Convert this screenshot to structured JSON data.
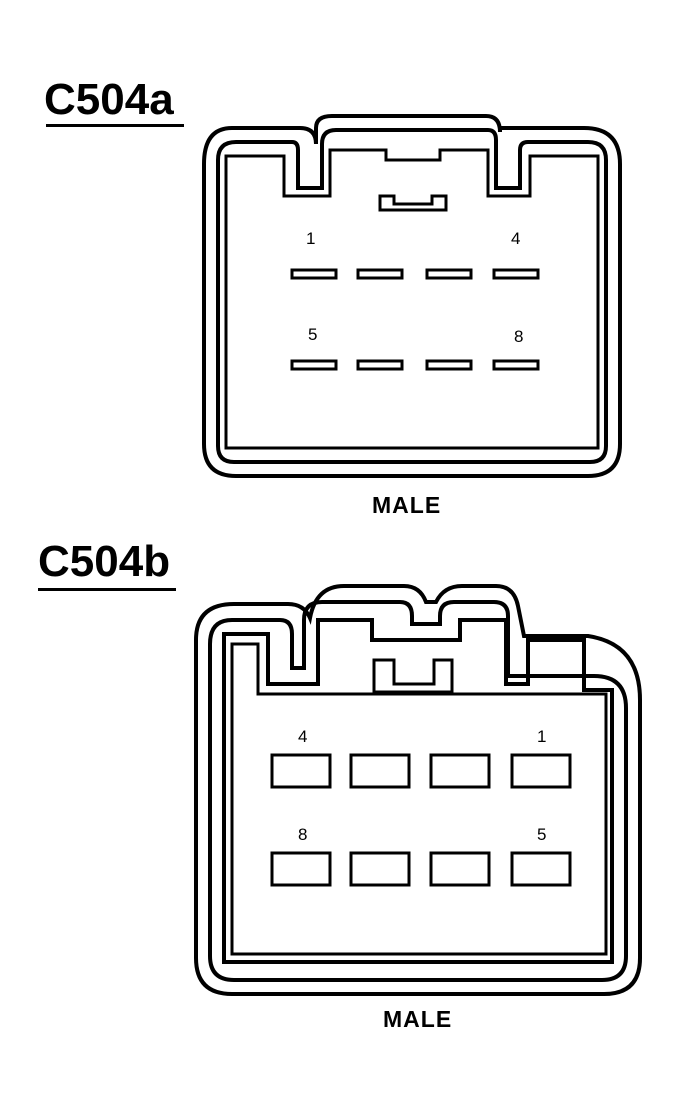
{
  "connectors": [
    {
      "id": "C504a",
      "title": "C504a",
      "gender": "MALE",
      "pin_labels": [
        "1",
        "4",
        "5",
        "8"
      ]
    },
    {
      "id": "C504b",
      "title": "C504b",
      "gender": "MALE",
      "pin_labels": [
        "4",
        "1",
        "8",
        "5"
      ]
    }
  ]
}
